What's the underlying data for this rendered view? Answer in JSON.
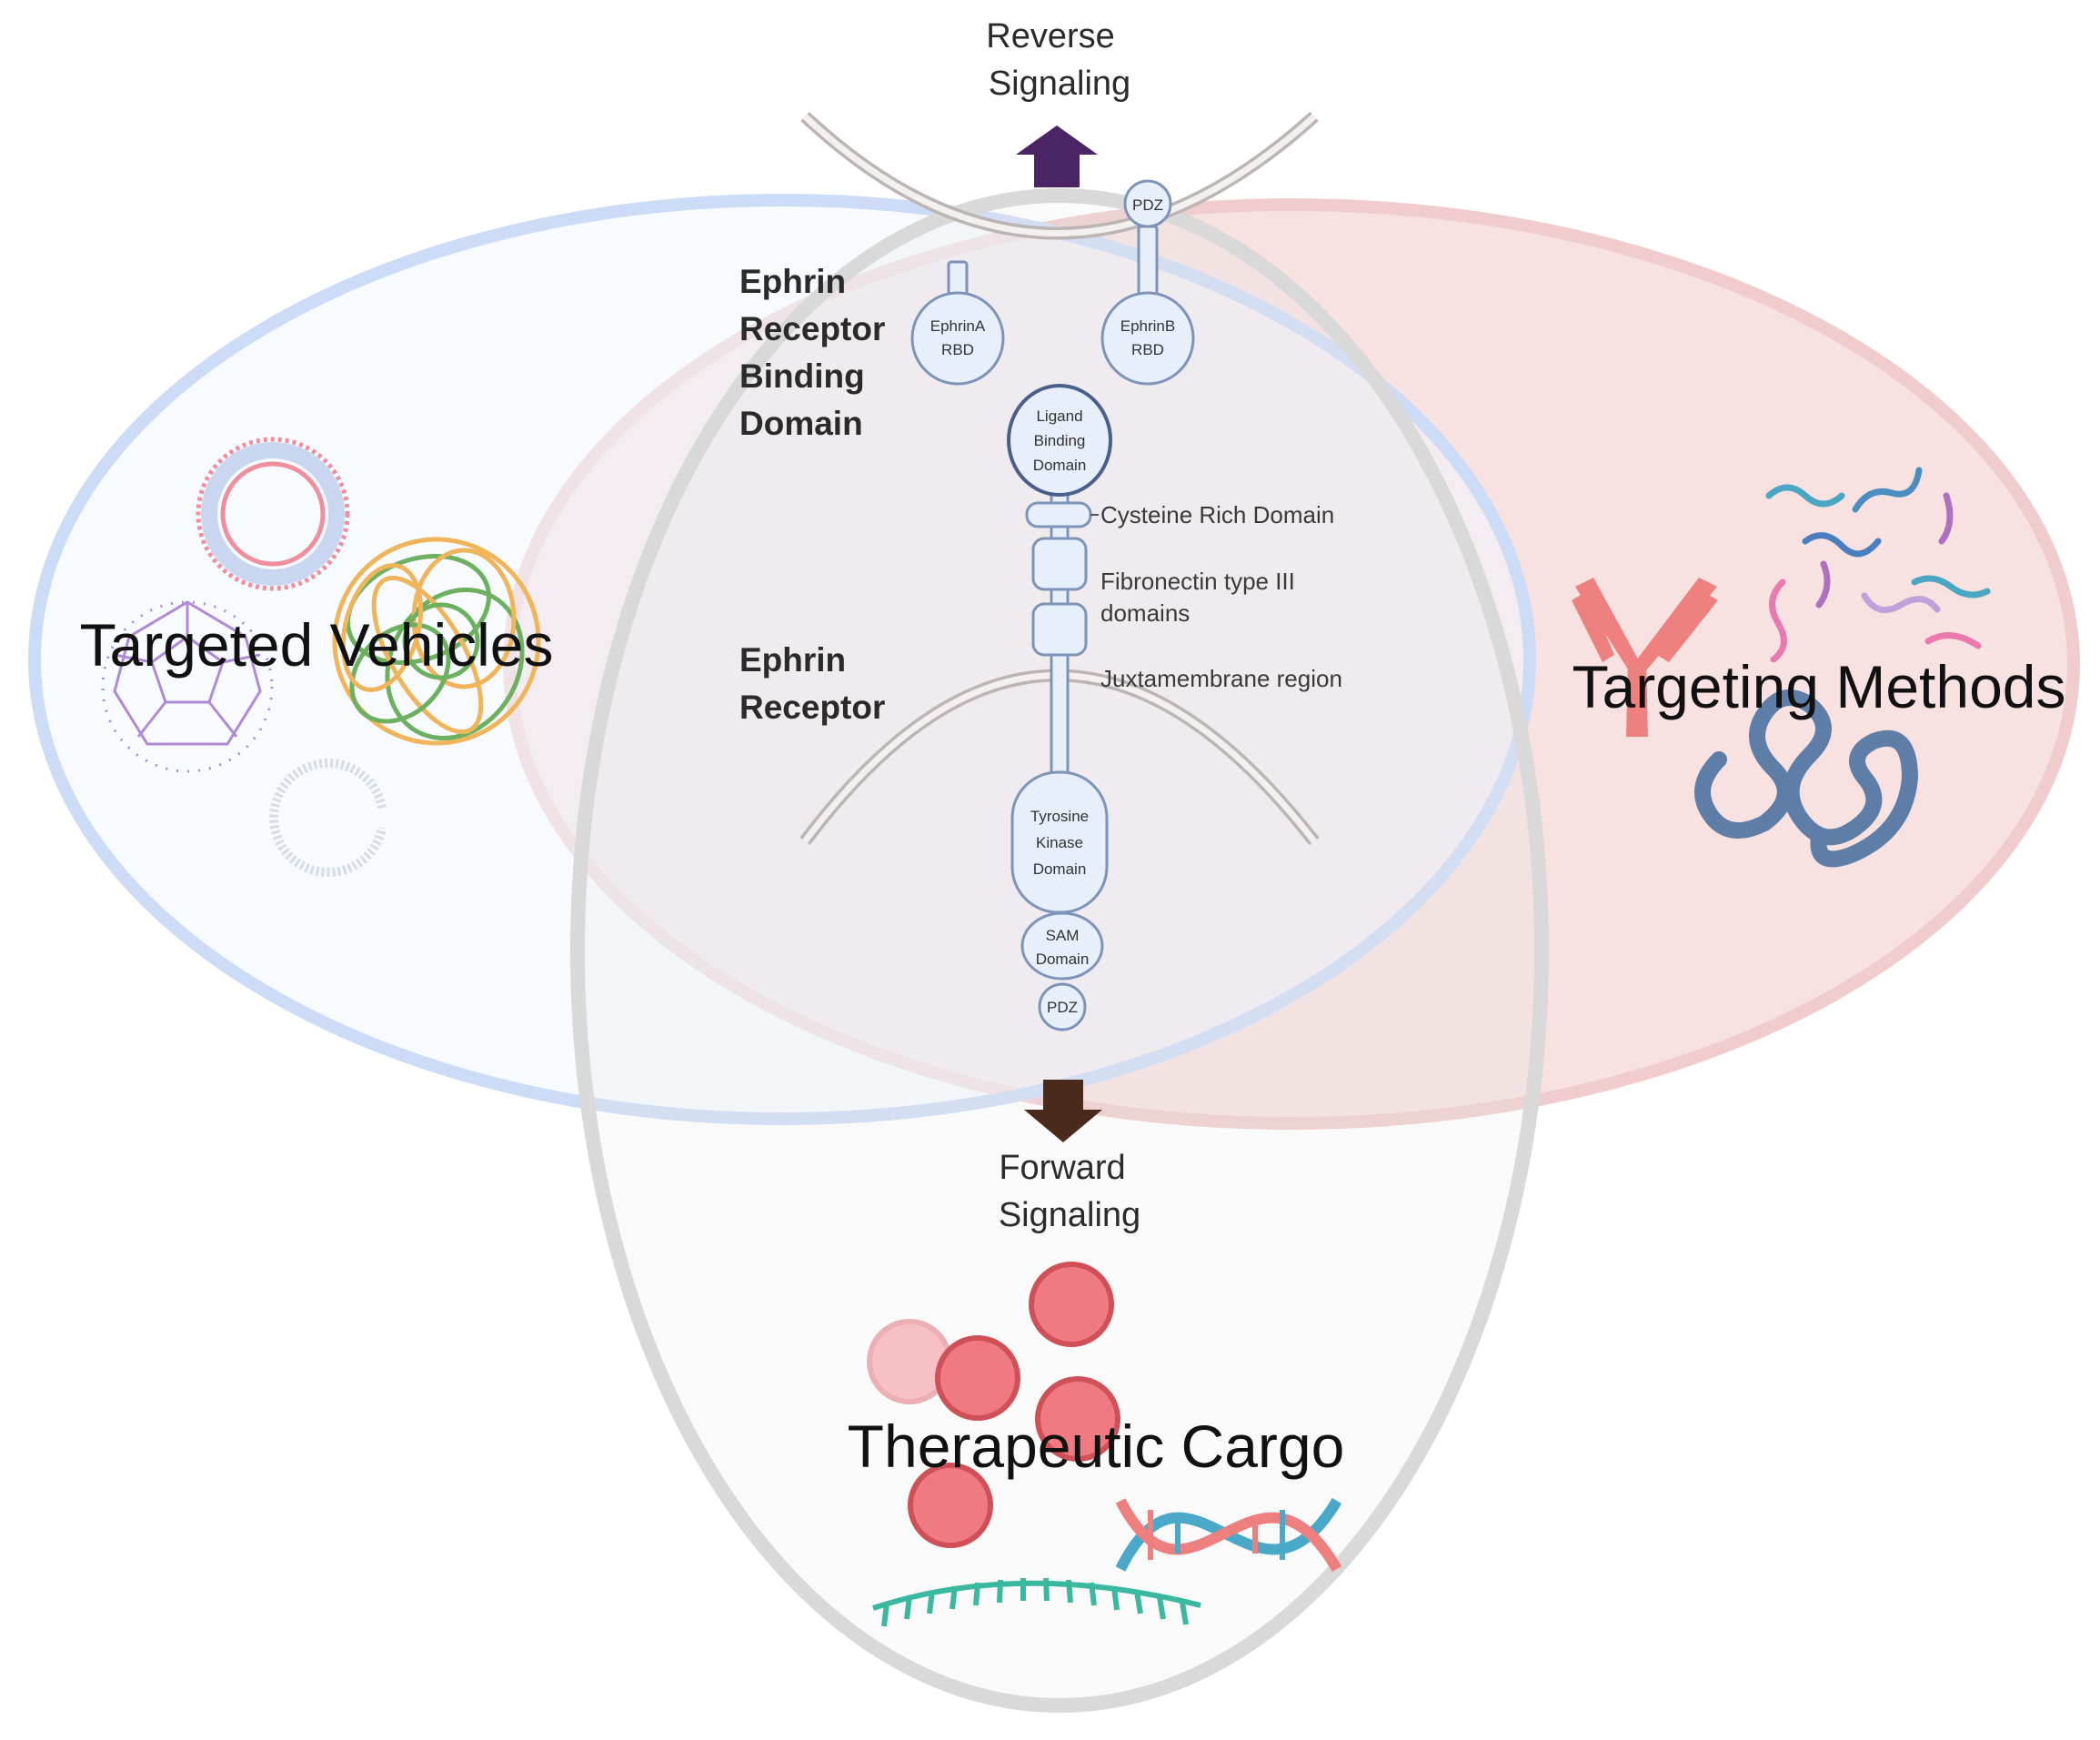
{
  "signals": {
    "reverse": [
      "Reverse",
      "Signaling"
    ],
    "forward": [
      "Forward",
      "Signaling"
    ]
  },
  "circles": {
    "left": "Targeted Vehicles",
    "right": "Targeting Methods",
    "bottom": "Therapeutic Cargo"
  },
  "side_labels": {
    "binding_domain": [
      "Ephrin",
      "Receptor",
      "Binding",
      "Domain"
    ],
    "receptor": [
      "Ephrin",
      "Receptor"
    ]
  },
  "ligands": {
    "pdz_top": "PDZ",
    "ephrin_a": [
      "EphrinA",
      "RBD"
    ],
    "ephrin_b": [
      "EphrinB",
      "RBD"
    ]
  },
  "receptor_domains": {
    "ligand_binding": [
      "Ligand",
      "Binding",
      "Domain"
    ],
    "cysteine": "Cysteine Rich Domain",
    "fibronectin": [
      "Fibronectin type III",
      "domains"
    ],
    "juxtamembrane": "Juxtamembrane region",
    "tyrosine_kinase": [
      "Tyrosine",
      "Kinase",
      "Domain"
    ],
    "sam": [
      "SAM",
      "Domain"
    ],
    "pdz_bottom": "PDZ"
  },
  "colors": {
    "reverse_arrow": "#4b2466",
    "forward_arrow": "#4a2a1a",
    "left_circle_stroke": "#c9d8f5",
    "right_circle_fill": "#f6d9d9",
    "bottom_circle_stroke": "#d8d8d8",
    "domain_fill": "#e6effa",
    "domain_stroke": "#7d94b8",
    "membrane": "#b8b0b0"
  },
  "icons": {
    "vehicles": [
      "liposome-icon",
      "polymer-nanoparticle-icon",
      "fullerene-cage-icon",
      "exosome-icon"
    ],
    "methods": [
      "antibody-icon",
      "peptide-fragments-icon",
      "protein-chain-icon"
    ],
    "cargo": [
      "drug-sphere-icon",
      "dna-helix-icon",
      "rna-strand-icon"
    ]
  }
}
